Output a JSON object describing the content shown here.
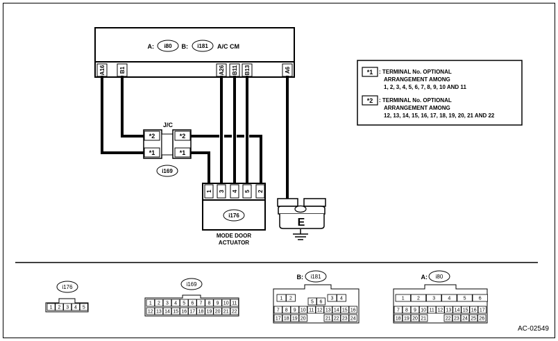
{
  "cm": {
    "label_a": "A:",
    "conn_a": "i80",
    "label_b": "B:",
    "conn_b": "i181",
    "name": "A/C CM",
    "pins": [
      "A16",
      "B1",
      "A26",
      "B11",
      "B13",
      "A6"
    ]
  },
  "legend": {
    "mark1": "*1",
    "text1": [
      ": TERMINAL No. OPTIONAL",
      "ARRANGEMENT AMONG",
      "1, 2, 3, 4, 5, 6, 7, 8, 9, 10 AND 11"
    ],
    "mark2": "*2",
    "text2": [
      ": TERMINAL No. OPTIONAL",
      "ARRANGEMENT AMONG",
      "12, 13, 14, 15, 16, 17, 18, 19, 20, 21 AND 22"
    ]
  },
  "jc": {
    "label": "J/C",
    "left_top": "*2",
    "left_bottom": "*1",
    "right_top": "*2",
    "right_bottom": "*1",
    "connector": "i169"
  },
  "actuator": {
    "pins": [
      "1",
      "3",
      "4",
      "5",
      "2"
    ],
    "connector": "i176",
    "label_line1": "MODE DOOR",
    "label_line2": "ACTUATOR"
  },
  "ground": {
    "label": "E"
  },
  "connectors": {
    "i176": {
      "name": "i176",
      "row1": [
        "1",
        "2",
        "3",
        "4",
        "5"
      ]
    },
    "i169": {
      "name": "i169",
      "row1": [
        "1",
        "2",
        "3",
        "4",
        "5",
        "6",
        "7",
        "8",
        "9",
        "10",
        "11"
      ],
      "row2": [
        "12",
        "13",
        "14",
        "15",
        "16",
        "17",
        "18",
        "19",
        "20",
        "21",
        "22"
      ]
    },
    "i181": {
      "prefix": "B:",
      "name": "i181",
      "top_left": [
        "1",
        "2"
      ],
      "top_mid": [
        "5",
        "6"
      ],
      "top_right": [
        "3",
        "4"
      ],
      "row2": [
        "7",
        "8",
        "9",
        "10",
        "11",
        "12",
        "13",
        "14",
        "15",
        "16"
      ],
      "row3_left": [
        "17",
        "18",
        "19",
        "20"
      ],
      "row3_right": [
        "21",
        "22",
        "23",
        "24"
      ]
    },
    "i80": {
      "prefix": "A:",
      "name": "i80",
      "row1": [
        "1",
        "2",
        "3",
        "4",
        "5",
        "6"
      ],
      "row2": [
        "7",
        "8",
        "9",
        "10",
        "11",
        "12",
        "13",
        "14",
        "15",
        "16",
        "17"
      ],
      "row3_left": [
        "18",
        "19",
        "20",
        "21"
      ],
      "row3_right": [
        "22",
        "23",
        "24",
        "25",
        "26"
      ]
    }
  },
  "figure_code": "AC-02549"
}
